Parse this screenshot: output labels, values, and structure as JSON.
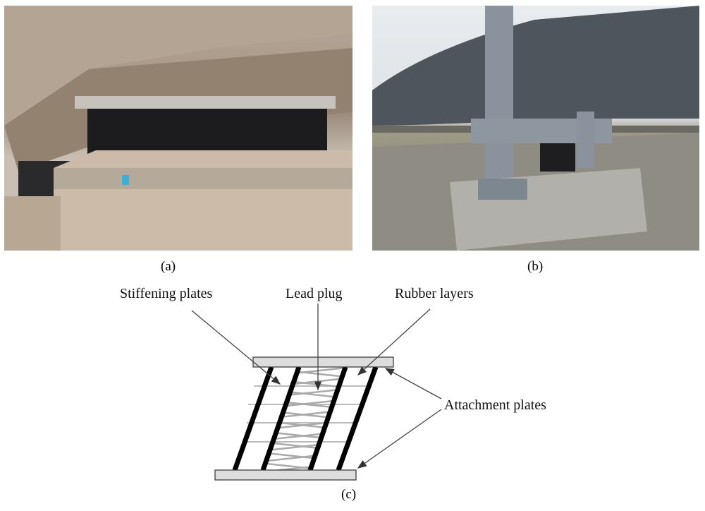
{
  "captions": {
    "a": "(a)",
    "b": "(b)",
    "c": "(c)"
  },
  "diagram": {
    "labels": {
      "stiffening": "Stiffening plates",
      "lead": "Lead plug",
      "rubber": "Rubber layers",
      "attachment": "Attachment plates"
    }
  }
}
